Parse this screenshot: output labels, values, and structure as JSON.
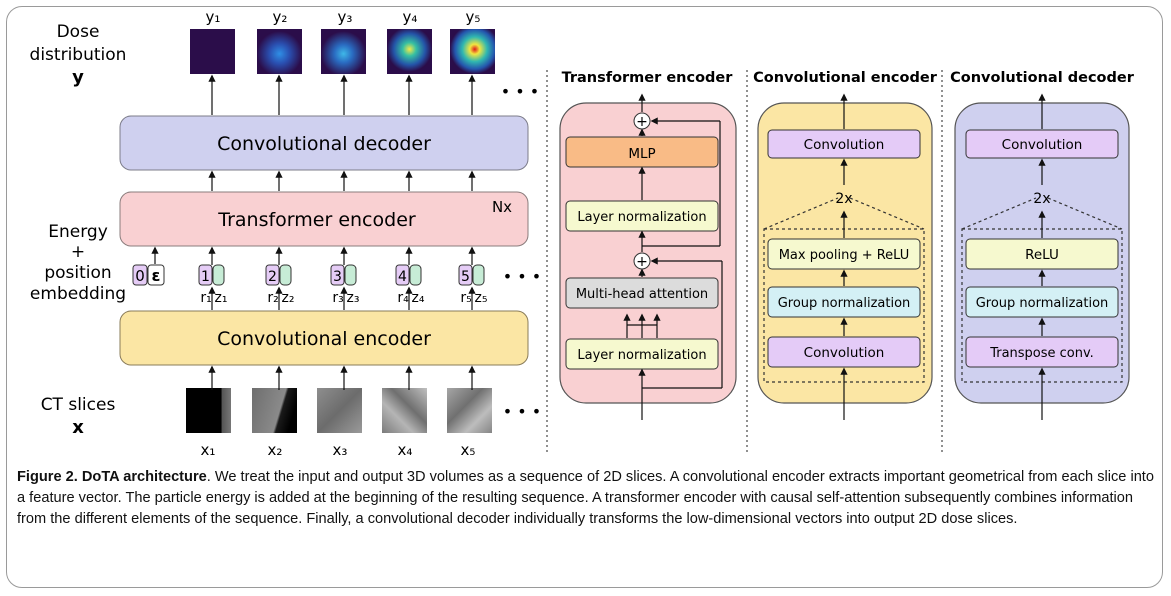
{
  "left": {
    "dose_label": [
      "Dose",
      "distribution"
    ],
    "dose_symbol": "y",
    "energy_label": [
      "Energy",
      "+",
      "position",
      "embedding"
    ],
    "ct_label": "CT slices",
    "ct_symbol": "x",
    "decoder_label": "Convolutional decoder",
    "transformer_label": "Transformer encoder",
    "nx_label": "Nx",
    "encoder_label": "Convolutional encoder",
    "energy_token": {
      "index": "0",
      "symbol": "ε"
    },
    "y_labels": [
      "y₁",
      "y₂",
      "y₃",
      "y₄",
      "y₅"
    ],
    "x_labels": [
      "x₁",
      "x₂",
      "x₃",
      "x₄",
      "x₅"
    ],
    "tokens": [
      {
        "index": "1",
        "r": "r₁",
        "z": "z₁"
      },
      {
        "index": "2",
        "r": "r₂",
        "z": "z₂"
      },
      {
        "index": "3",
        "r": "r₃",
        "z": "z₃"
      },
      {
        "index": "4",
        "r": "r₄",
        "z": "z₄"
      },
      {
        "index": "5",
        "r": "r₅",
        "z": "z₅"
      }
    ],
    "ellipsis": "• • •"
  },
  "transformer_panel": {
    "title": "Transformer encoder",
    "blocks": [
      "MLP",
      "Layer normalization",
      "Multi-head attention",
      "Layer normalization"
    ],
    "plus": "+"
  },
  "encoder_panel": {
    "title": "Convolutional encoder",
    "blocks": [
      "Convolution",
      "Max pooling + ReLU",
      "Group normalization",
      "Convolution"
    ],
    "repeat": "2x"
  },
  "decoder_panel": {
    "title": "Convolutional decoder",
    "blocks": [
      "Convolution",
      "ReLU",
      "Group normalization",
      "Transpose conv."
    ],
    "repeat": "2x"
  },
  "caption": {
    "bold": "Figure 2. DoTA architecture",
    "text": ". We treat the input and output 3D volumes as a sequence of 2D slices. A convolutional encoder extracts important geometrical from each slice into a feature vector. The particle energy is added at the beginning of the resulting sequence. A transformer encoder with causal self-attention subsequently combines information from the different elements of the sequence. Finally, a convolutional decoder individually transforms the low-dimensional vectors into output 2D dose slices."
  },
  "colors": {
    "decoder": "#cfd0ef",
    "transformer": "#f9d0d2",
    "encoder": "#fbe6a4",
    "mlp": "#f9bb86",
    "layernorm": "#f6f9cf",
    "attention": "#dcdcdc",
    "conv": "#e4cbf7",
    "groupnorm": "#d4f0f5",
    "token_index": "#e5ccf6",
    "token_z": "#c7ecd6"
  }
}
